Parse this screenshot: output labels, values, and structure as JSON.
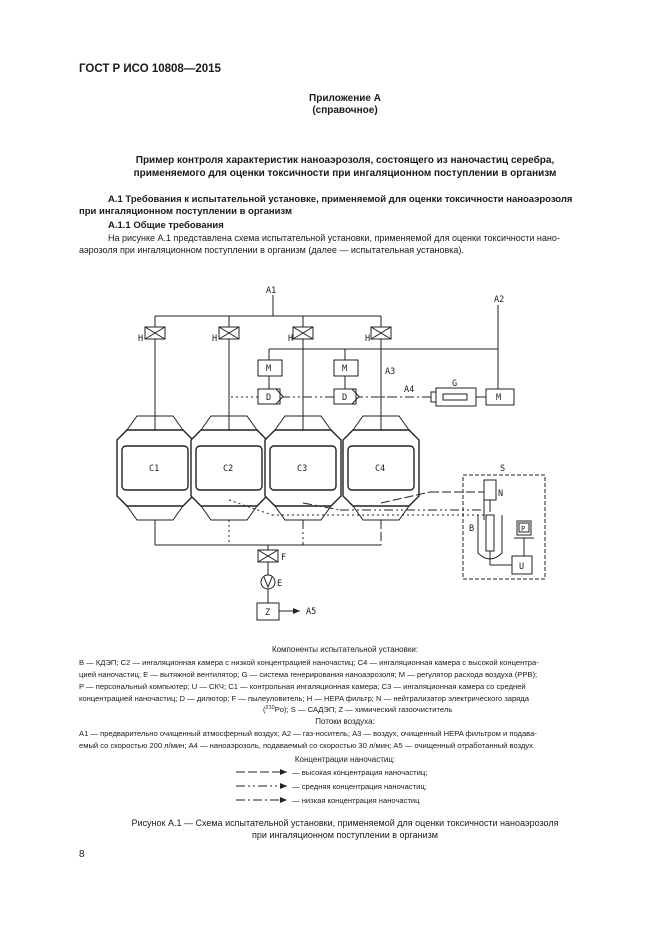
{
  "header": {
    "doc_code": "ГОСТ Р ИСО 10808—2015"
  },
  "annex": {
    "title": "Приложение А",
    "note": "(справочное)"
  },
  "heading": {
    "line1": "Пример контроля характеристик наноаэрозоля, состоящего из наночастиц серебра,",
    "line2": "применяемого для оценки токсичности при ингаляционном поступлении в организм"
  },
  "section_a1": {
    "line1": "А.1  Требования к испытательной установке, применяемой для оценки токсичности наноаэрозоля",
    "line2": "при ингаляционном поступлении в организм"
  },
  "section_a11": {
    "title": "А.1.1  Общие требования"
  },
  "body": {
    "line1": "На рисунке А.1 представлена схема испытательной установки, применяемой для оценки токсичности нано-",
    "line2": "аэрозоля при ингаляционном поступлении в организм (далее — испытательная установка)."
  },
  "diagram": {
    "labels": {
      "a1": "A1",
      "a2": "A2",
      "a3": "A3",
      "a4": "A4",
      "a5": "A5",
      "h": "H",
      "m": "M",
      "d": "D",
      "g": "G",
      "s": "S",
      "n": "N",
      "b": "B",
      "e": "E",
      "f": "F",
      "z": "Z",
      "p": "P",
      "u": "U",
      "c1": "C1",
      "c2": "C2",
      "c3": "C3",
      "c4": "C4"
    }
  },
  "components": {
    "title": "Компоненты испытательной установки:",
    "lines": [
      "B — КДЭП; C2 — ингаляционная камера с низкой концентрацией наночастиц; C4 — ингаляционная камера с высокой концентра-",
      "цией наночастиц; E — вытяжной вентилятор; G — система генерирования наноаэрозоля; M — регулятор расхода воздуха (PPB);",
      "P — персональный компьютер; U — СКЧ; C1 — контрольная ингаляционная камера; C3 — ингаляционная камера со средней",
      "концентрацией наночастиц; D — дилютор; F — пылеуловитель; H — HEPA фильтр; N — нейтрализатор электрического заряда"
    ],
    "last_pre": "(",
    "last_sup": "210",
    "last_post": "Po); S — САДЭП; Z — химический газоочиститель"
  },
  "flows": {
    "title": "Потоки воздуха:",
    "lines": [
      "A1 — предварительно очищенный атмосферный воздух; A2 — газ-носитель; A3 — воздух, очищенный HEPA фильтром и подава-",
      "емый со скоростью 200 л/мин; A4 — наноаэрозоль, подаваемый со скоростью 30 л/мин; A5 — очищенный отработанный воздух."
    ]
  },
  "legend": {
    "title": "Концентрации наночастиц:",
    "items": [
      {
        "label": "— высокая концентрация наночастиц;"
      },
      {
        "label": "— средняя концентрация наночастиц;"
      },
      {
        "label": "— низкая концентрация наночастиц"
      }
    ]
  },
  "caption": {
    "line1": "Рисунок А.1 — Схема испытательной установки, применяемой для оценки токсичности наноаэрозоля",
    "line2": "при ингаляционном поступлении в организм"
  },
  "footer": {
    "page_number": "8"
  }
}
